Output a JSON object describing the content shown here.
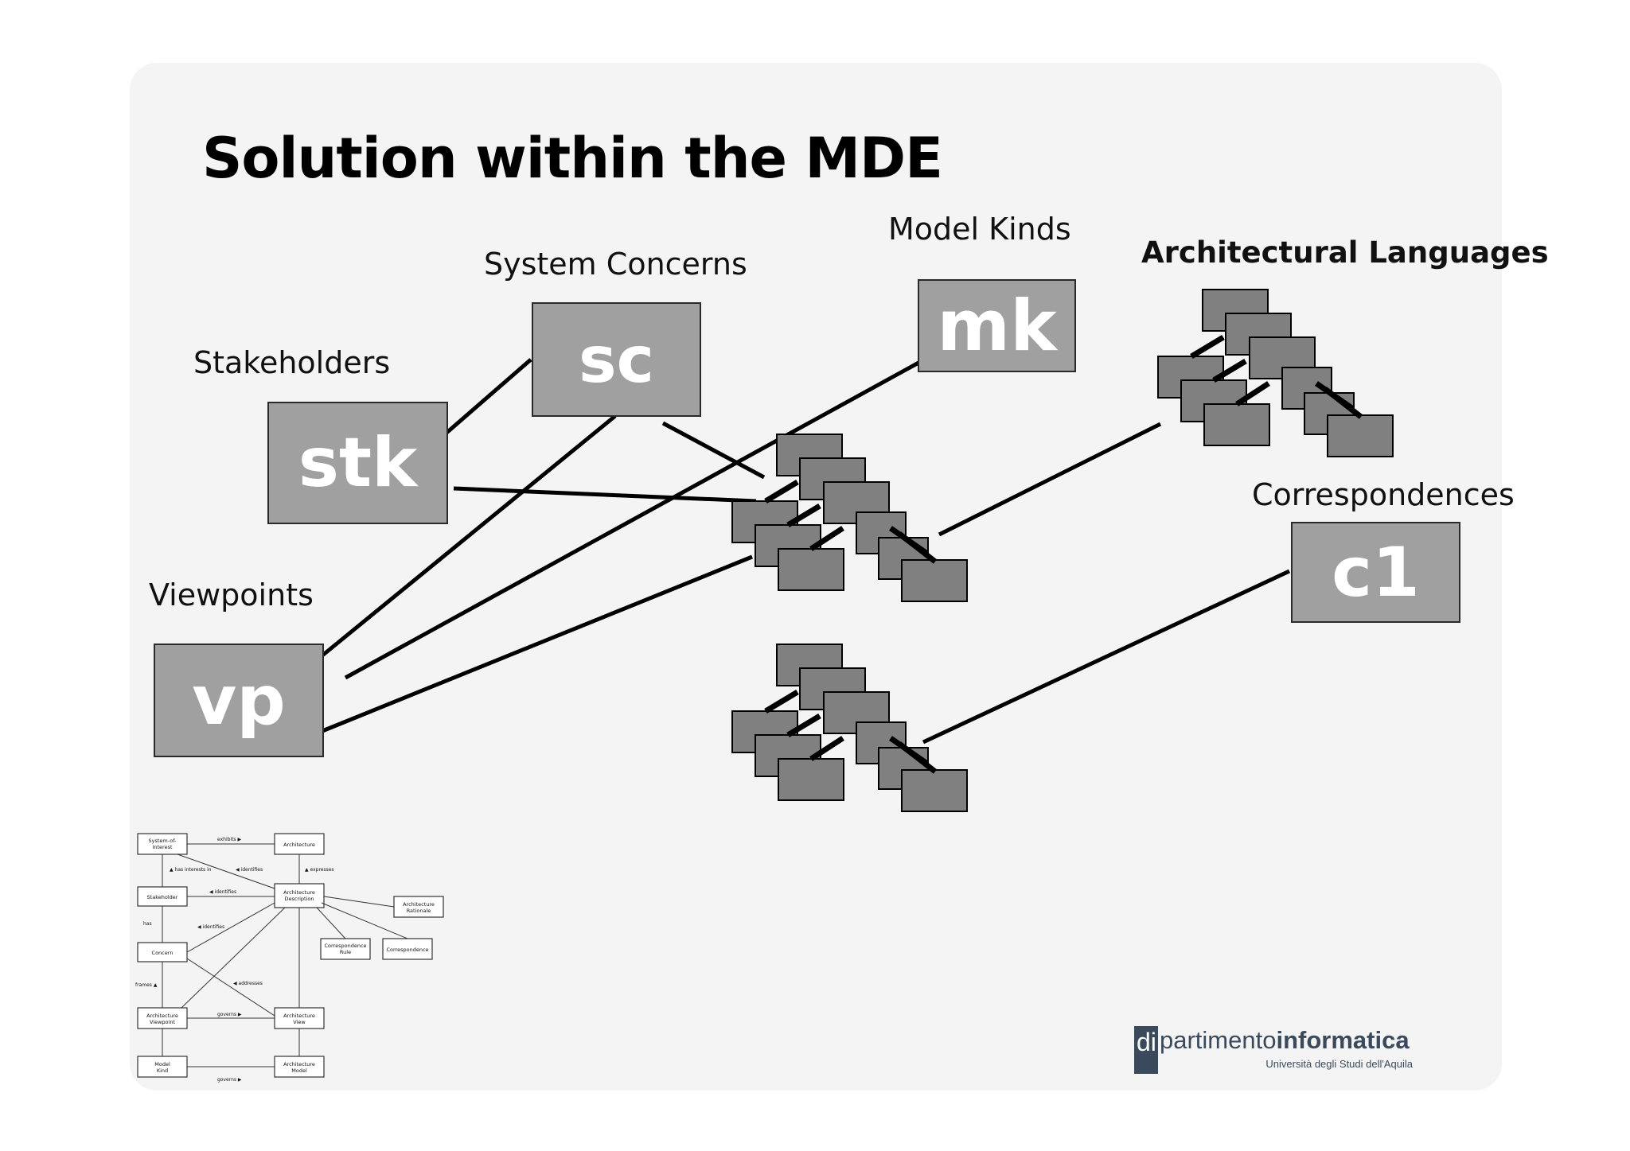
{
  "title": "Solution within the MDE",
  "labels": {
    "stakeholders": "Stakeholders",
    "system_concerns": "System Concerns",
    "model_kinds": "Model Kinds",
    "architectural_languages": "Architectural Languages",
    "correspondences": "Correspondences",
    "viewpoints": "Viewpoints"
  },
  "boxes": {
    "stk": "stk",
    "sc": "sc",
    "mk": "mk",
    "vp": "vp",
    "c1": "c1"
  },
  "logo": {
    "mark": "di",
    "name_light": "partimento",
    "name_bold": "informatica",
    "subtitle": "Università degli Studi dell'Aquila"
  },
  "metamodel": {
    "nodes": [
      "System-of-Interest",
      "Architecture",
      "Stakeholder",
      "Architecture Description",
      "Architecture Rationale",
      "Concern",
      "Correspondence Rule",
      "Correspondence",
      "Architecture Viewpoint",
      "Architecture View",
      "Model Kind",
      "Architecture Model"
    ],
    "edge_labels": [
      "exhibits",
      "has interests in",
      "identifies",
      "expresses",
      "identifies",
      "identifies",
      "has",
      "frames",
      "addresses",
      "governs",
      "governs"
    ]
  },
  "colors": {
    "slide_bg": "#f4f4f4",
    "box_fill": "#a0a0a0",
    "cluster_fill": "#808080",
    "logo": "#3a4a5c"
  }
}
